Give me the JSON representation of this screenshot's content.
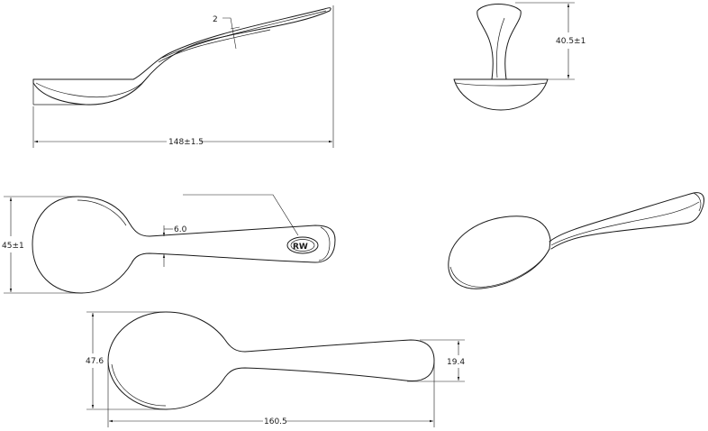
{
  "views": {
    "side": {
      "thickness_label": "2",
      "length_label": "148±1.5"
    },
    "end": {
      "height_label": "40.5±1"
    },
    "top": {
      "width_label": "45±1",
      "neck_label": "6.0",
      "logo_text": "RW"
    },
    "bottom": {
      "bowl_width_label": "47.6",
      "handle_width_label": "19.4",
      "length_label": "160.5"
    }
  }
}
